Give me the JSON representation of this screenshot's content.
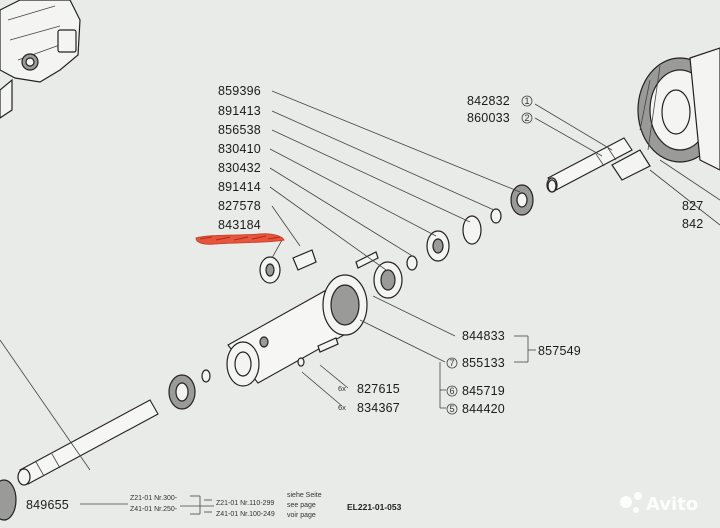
{
  "parts": {
    "p859396": "859396",
    "p891413": "891413",
    "p856538": "856538",
    "p830410": "830410",
    "p830432": "830432",
    "p891414": "891414",
    "p827578": "827578",
    "p843184": "843184",
    "p842832": "842832",
    "p860033": "860033",
    "p844833": "844833",
    "p857549": "857549",
    "p855133": "855133",
    "p845719": "845719",
    "p844420": "844420",
    "p827615": "827615",
    "p834367": "834367",
    "p849655": "849655",
    "edge1": "827",
    "edge2": "842"
  },
  "markers": {
    "m1": "1",
    "m2": "2",
    "m7": "7",
    "m6": "6",
    "m5": "5"
  },
  "quantities": {
    "q1": "6x",
    "q2": "6x"
  },
  "footnote": {
    "a1": "Z21-01  Nr.300-",
    "a2": "Z41-01  Nr.250-",
    "b1": "Z21-01  Nr.110-299",
    "b2": "Z41-01  Nr.100-249",
    "c1": "siehe Seite",
    "c2": "see page",
    "c3": "voir page",
    "ref": "EL221-01-053"
  },
  "watermark": {
    "brand": "Avito"
  },
  "colors": {
    "highlight": "#e8452c",
    "background": "#e9ebe8"
  }
}
